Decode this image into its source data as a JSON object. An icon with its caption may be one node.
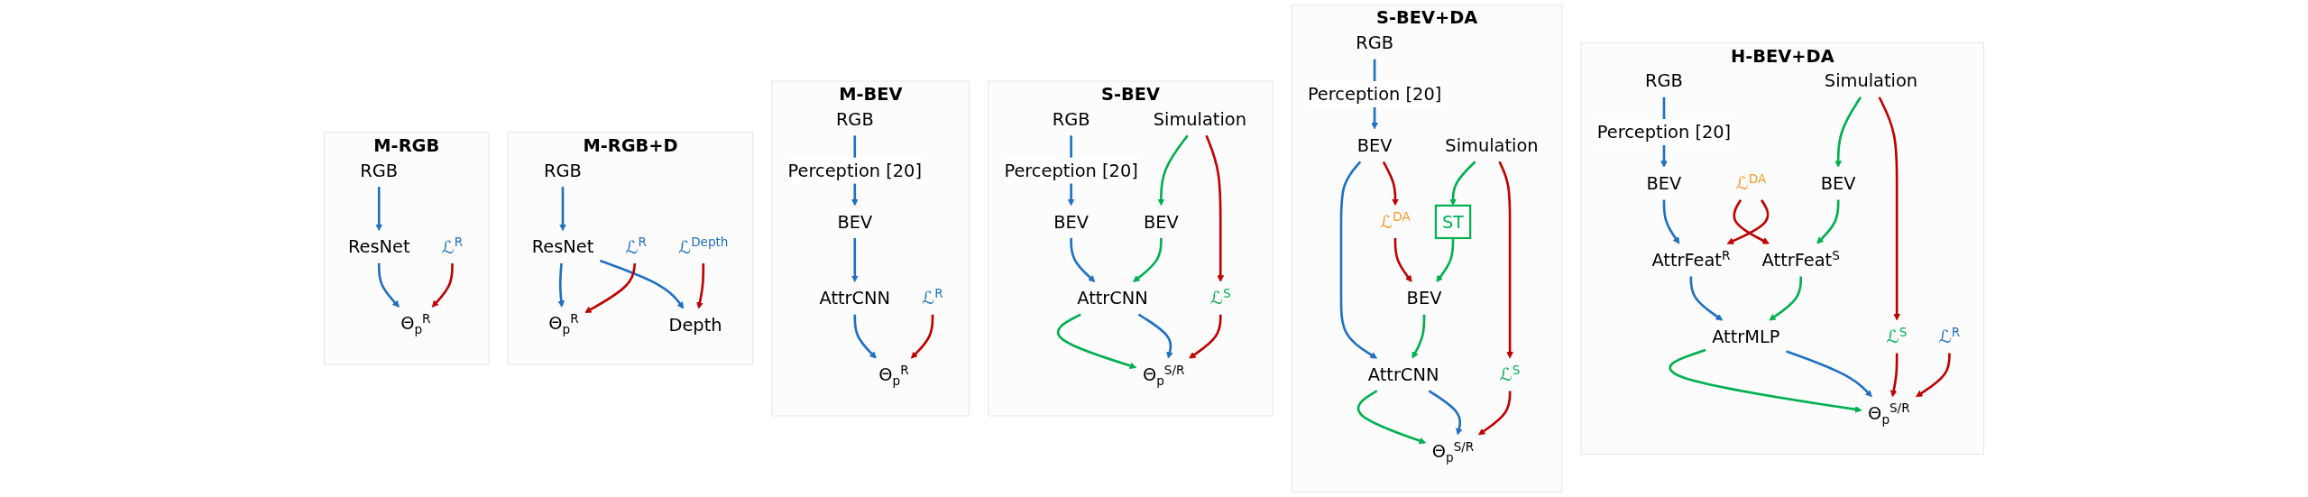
{
  "diagram": {
    "nodes": [
      {
        "text": [
          "M-RGB"
        ]
      },
      {
        "text": [
          "RGB"
        ],
        "in": 0
      },
      {
        "text": [
          "ResNet"
        ],
        "in": 0
      },
      {
        "text": [
          "Θ$_{p}$$^{R}$"
        ],
        "in": 0
      },
      {
        "text": [
          "ℒ$^{R}$"
        ],
        "in": 0
      },
      {
        "text": [
          "M-RGB+D"
        ]
      },
      {
        "text": [
          "RGB"
        ],
        "in": 5
      },
      {
        "text": [
          "ResNet"
        ],
        "in": 5
      },
      {
        "text": [
          "Θ$_{p}$$^{R}$"
        ],
        "in": 5
      },
      {
        "text": [
          "Depth"
        ],
        "in": 5
      },
      {
        "text": [
          "ℒ$^{R}$"
        ],
        "in": 5
      },
      {
        "text": [
          "ℒ$^{Depth}$"
        ],
        "in": 5
      },
      {
        "text": [
          "M-BEV"
        ]
      },
      {
        "text": [
          "RGB"
        ],
        "in": 12
      },
      {
        "text": [
          "BEV"
        ],
        "in": 12
      },
      {
        "text": [
          "AttrCNN"
        ],
        "in": 12
      },
      {
        "text": [
          "Θ$_{p}$$^{R}$"
        ],
        "in": 12
      },
      {
        "text": [
          "ℒ$^{R}$"
        ],
        "in": 12
      },
      {
        "text": [
          "S-BEV"
        ]
      },
      {
        "text": [
          "RGB"
        ],
        "in": 18
      },
      {
        "text": [
          "BEV"
        ],
        "in": 18
      },
      {
        "text": [
          "BEV"
        ],
        "in": 18
      },
      {
        "text": [
          "AttrCNN"
        ],
        "in": 18
      },
      {
        "text": [
          "Simulation"
        ],
        "in": 18
      },
      {
        "text": [
          "Θ$_{p}$$^{S/R}$"
        ],
        "in": 18
      },
      {
        "text": [
          "ℒ$^{S}$"
        ],
        "in": 18
      },
      {
        "text": [
          "S-BEV+DA"
        ]
      },
      {
        "text": [
          "RGB"
        ],
        "in": 26
      },
      {
        "text": [
          "BEV"
        ],
        "in": 26
      },
      {
        "text": [
          "ℒ$^{DA}$"
        ],
        "in": 26
      },
      {
        "text": [
          "BEV"
        ],
        "in": 26
      },
      {
        "text": [
          "AttrCNN"
        ],
        "in": 26
      },
      {
        "text": [
          "ST"
        ],
        "in": 26
      },
      {
        "text": [
          "Simulation"
        ],
        "in": 26
      },
      {
        "text": [
          "Θ$_{p}$$^{S/R}$"
        ],
        "in": 26
      },
      {
        "text": [
          "ℒ$^{S}$"
        ],
        "in": 26
      },
      {
        "text": [
          "H-BEV+DA"
        ]
      },
      {
        "text": [
          "RGB"
        ],
        "in": 36
      },
      {
        "text": [
          "BEV"
        ],
        "in": 36
      },
      {
        "text": [
          "ℒ$^{DA}$"
        ],
        "in": 36
      },
      {
        "text": [
          "AttrFeat$^{S}$"
        ],
        "in": 36
      },
      {
        "text": [
          "AttrFeat$^{R}$"
        ],
        "in": 36
      },
      {
        "text": [
          "BEV"
        ],
        "in": 36
      },
      {
        "text": [
          "AttrMLP"
        ],
        "in": 36
      },
      {
        "text": [
          "Simulation"
        ],
        "in": 36
      },
      {
        "text": [
          "Θ$_{p}$$^{S/R}$"
        ],
        "in": 36
      },
      {
        "text": [
          "ℒ$^{S}$"
        ],
        "in": 36
      },
      {
        "text": [
          "ℒ$^{R}$"
        ],
        "in": 36
      }
    ],
    "edges": [
      {
        "from": 1,
        "to": 2,
        "arrow": "to"
      },
      {
        "from": 2,
        "to": 3,
        "arrow": "to"
      },
      {
        "from": 4,
        "to": 3,
        "arrow": "to",
        "color": "#c00000"
      },
      {
        "from": 6,
        "to": 7,
        "arrow": "to"
      },
      {
        "from": 7,
        "to": 8,
        "arrow": "to"
      },
      {
        "from": 7,
        "to": 9,
        "arrow": "to"
      },
      {
        "from": 10,
        "to": 8,
        "arrow": "to",
        "color": "#c00000"
      },
      {
        "from": 11,
        "to": 9,
        "arrow": "to",
        "color": "#c00000"
      },
      {
        "from": 13,
        "to": 14,
        "arrow": "to",
        "label": "Perception [20]"
      },
      {
        "from": 14,
        "to": 15,
        "arrow": "to"
      },
      {
        "from": 15,
        "to": 16,
        "arrow": "to"
      },
      {
        "from": 17,
        "to": 16,
        "arrow": "to",
        "color": "#c00000"
      },
      {
        "from": 19,
        "to": 20,
        "arrow": "to",
        "label": "Perception [20]"
      },
      {
        "from": 20,
        "to": 22,
        "arrow": "to"
      },
      {
        "from": 21,
        "to": 22,
        "arrow": "to",
        "color": "#00b050"
      },
      {
        "from": 23,
        "to": 21,
        "arrow": "to",
        "color": "#00b050"
      },
      {
        "from": 22,
        "to": 24,
        "arrow": "to",
        "color": "#00b050"
      },
      {
        "from": 22,
        "to": 24,
        "arrow": "to"
      },
      {
        "from": 23,
        "to": 25,
        "arrow": "to",
        "color": "#c00000"
      },
      {
        "from": 25,
        "to": 24,
        "arrow": "to",
        "color": "#c00000"
      },
      {
        "from": 27,
        "to": 28,
        "arrow": "to",
        "label": "Perception [20]"
      },
      {
        "from": 28,
        "to": 29,
        "arrow": "to",
        "color": "#c00000"
      },
      {
        "from": 28,
        "to": 31,
        "arrow": "to"
      },
      {
        "from": 29,
        "to": 30,
        "arrow": "to",
        "color": "#c00000"
      },
      {
        "from": 30,
        "to": 31,
        "arrow": "to",
        "color": "#00b050"
      },
      {
        "from": 32,
        "to": 30,
        "arrow": "to",
        "color": "#00b050"
      },
      {
        "from": 33,
        "to": 32,
        "arrow": "to",
        "color": "#00b050"
      },
      {
        "from": 31,
        "to": 34,
        "arrow": "to",
        "color": "#00b050"
      },
      {
        "from": 31,
        "to": 34,
        "arrow": "to"
      },
      {
        "from": 33,
        "to": 35,
        "arrow": "to",
        "color": "#c00000"
      },
      {
        "from": 35,
        "to": 34,
        "arrow": "to",
        "color": "#c00000"
      },
      {
        "from": 37,
        "to": 38,
        "arrow": "to",
        "label": "Perception [20]"
      },
      {
        "from": 38,
        "to": 41,
        "arrow": "to"
      },
      {
        "from": 39,
        "to": 40,
        "arrow": "to",
        "color": "#c00000"
      },
      {
        "from": 39,
        "to": 41,
        "arrow": "to",
        "color": "#c00000"
      },
      {
        "from": 42,
        "to": 40,
        "arrow": "to",
        "color": "#00b050"
      },
      {
        "from": 40,
        "to": 43,
        "arrow": "to",
        "color": "#00b050"
      },
      {
        "from": 41,
        "to": 43,
        "arrow": "to"
      },
      {
        "from": 44,
        "to": 42,
        "arrow": "to",
        "color": "#00b050"
      },
      {
        "from": 43,
        "to": 45,
        "arrow": "to",
        "color": "#00b050"
      },
      {
        "from": 43,
        "to": 45,
        "arrow": "to"
      },
      {
        "from": 44,
        "to": 46,
        "arrow": "to",
        "color": "#c00000"
      },
      {
        "from": 46,
        "to": 45,
        "arrow": "to",
        "color": "#c00000"
      },
      {
        "from": 47,
        "to": 45,
        "arrow": "to",
        "color": "#c00000"
      }
    ]
  }
}
